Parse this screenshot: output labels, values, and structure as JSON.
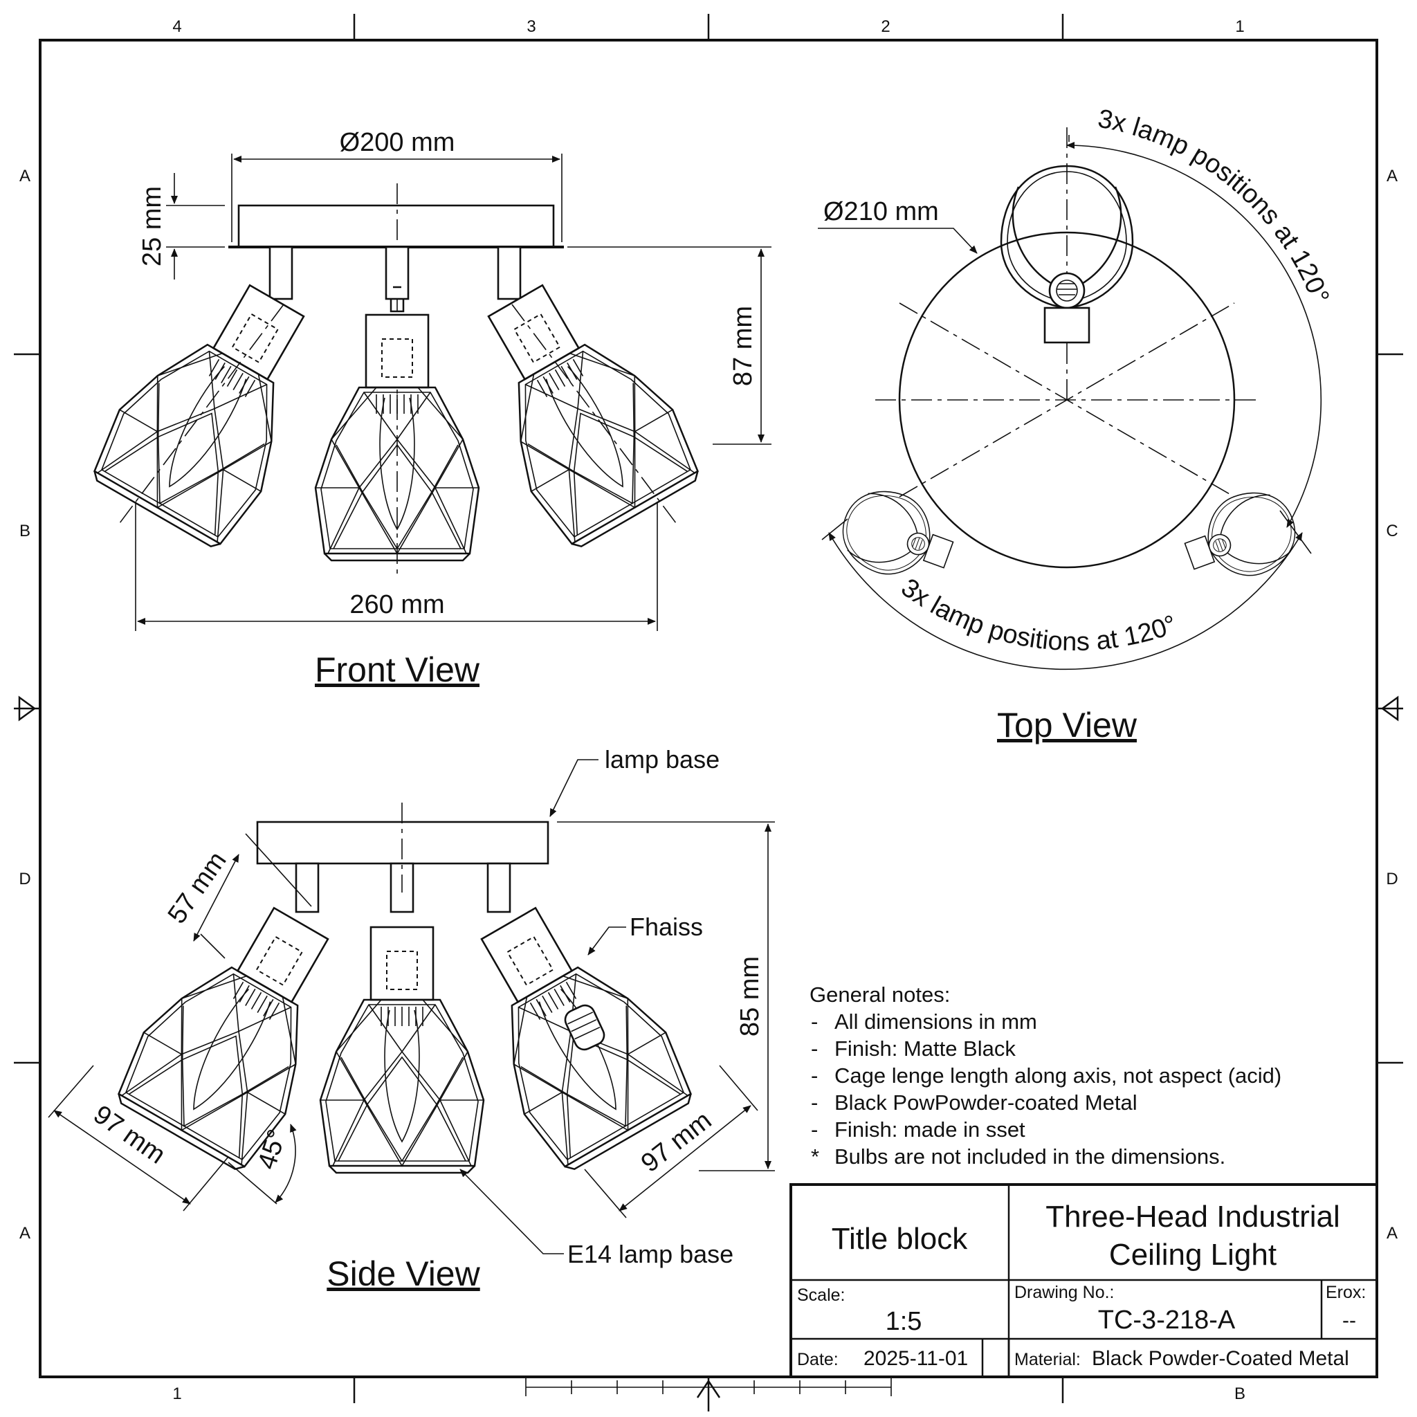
{
  "frame": {
    "top_zones": [
      "4",
      "3",
      "2",
      "1"
    ],
    "bottom_zones": [
      "1",
      "B"
    ],
    "left_zones": [
      "A",
      "B",
      "D",
      "A"
    ],
    "right_zones": [
      "A",
      "C",
      "D",
      "A"
    ]
  },
  "front_view": {
    "title": "Front View",
    "dim_diameter": "Ø200 mm",
    "dim_thickness": "25 mm",
    "dim_height": "87 mm",
    "dim_width": "260 mm"
  },
  "top_view": {
    "title": "Top View",
    "dim_diameter": "Ø210 mm",
    "arc_label_right": "3x lamp positions at 120°",
    "arc_label_bottom": "3x lamp positions at 120°"
  },
  "side_view": {
    "title": "Side View",
    "callout_lamp_base": "lamp base",
    "callout_finish": "Fhaiss",
    "callout_e14": "E14 lamp base",
    "dim_arm": "57 mm",
    "dim_height": "85 mm",
    "dim_left_cage": "97 mm",
    "dim_right_cage": "97 mm",
    "dim_angle": "45°"
  },
  "notes": {
    "heading": "General notes:",
    "items": [
      {
        "bullet": "-",
        "text": "All dimensions in mm"
      },
      {
        "bullet": "-",
        "text": "Finish: Matte Black"
      },
      {
        "bullet": "-",
        "text": "Cage lenge length along axis, not aspect (acid)"
      },
      {
        "bullet": "-",
        "text": "Black PowPowder-coated Metal"
      },
      {
        "bullet": "-",
        "text": "Finish: made in sset"
      },
      {
        "bullet": "*",
        "text": "Bulbs are not included in the dimensions."
      }
    ]
  },
  "title_block": {
    "label": "Title block",
    "title_line1": "Three-Head Industrial",
    "title_line2": "Ceiling Light",
    "scale_label": "Scale:",
    "scale_value": "1:5",
    "drawing_no_label": "Drawing No.:",
    "drawing_no_value": "TC-3-218-A",
    "rev_label": "Erox:",
    "rev_value": "--",
    "date_label": "Date:",
    "date_value": "2025-11-01",
    "material_label": "Material:",
    "material_value": "Black Powder-Coated Metal"
  }
}
